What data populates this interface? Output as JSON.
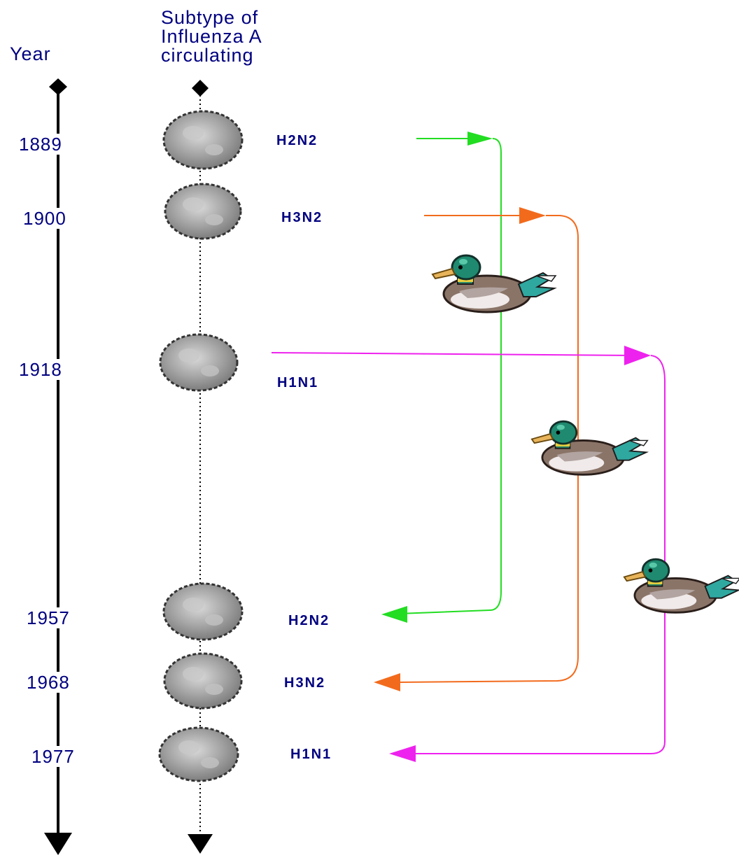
{
  "headers": {
    "year": "Year",
    "subtype": "Subtype of\nInfluenza A\ncirculating"
  },
  "entries": [
    {
      "year": "1889",
      "subtype": "H2N2"
    },
    {
      "year": "1900",
      "subtype": "H3N2"
    },
    {
      "year": "1918",
      "subtype": "H1N1"
    },
    {
      "year": "1957",
      "subtype": "H2N2"
    },
    {
      "year": "1968",
      "subtype": "H3N2"
    },
    {
      "year": "1977",
      "subtype": "H1N1"
    }
  ],
  "connections": [
    {
      "from": "1889",
      "to": "1957",
      "subtype": "H2N2",
      "color": "#22dd22"
    },
    {
      "from": "1900",
      "to": "1968",
      "subtype": "H3N2",
      "color": "#f26b1d"
    },
    {
      "from": "1918",
      "to": "1977",
      "subtype": "H1N1",
      "color": "#ee22ee"
    }
  ],
  "colors": {
    "text": "#000080",
    "timeline": "#000000"
  },
  "icons": {
    "virus": "virus-particle-icon",
    "bird": "mallard-duck-icon"
  }
}
